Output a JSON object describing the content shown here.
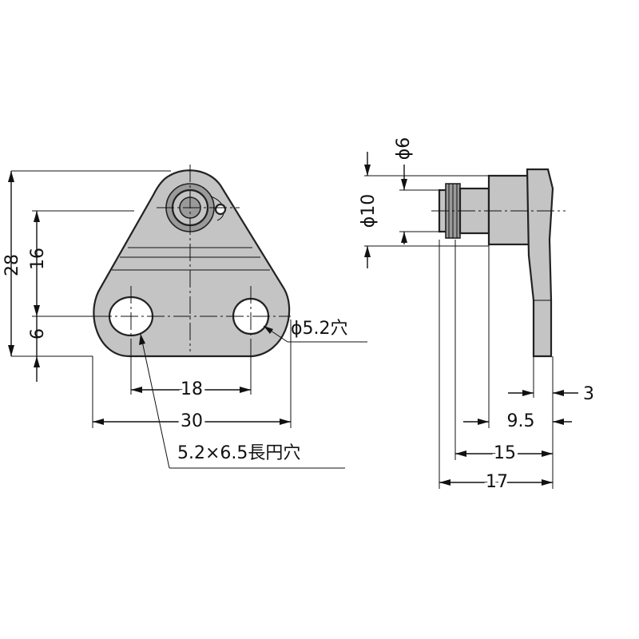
{
  "front_view": {
    "dims": {
      "total_height": "28",
      "pivot_to_holes": "16",
      "holes_to_bottom": "6",
      "hole_spacing": "18",
      "total_width": "30"
    },
    "round_hole_label": "ϕ5.2穴",
    "slot_hole_label": "5.2×6.5長円穴"
  },
  "side_view": {
    "dims": {
      "pin_diameter": "ϕ6",
      "collar_diameter": "ϕ10",
      "plate_thickness": "3",
      "d_9_5": "9.5",
      "d_15": "15",
      "d_17": "17"
    }
  }
}
